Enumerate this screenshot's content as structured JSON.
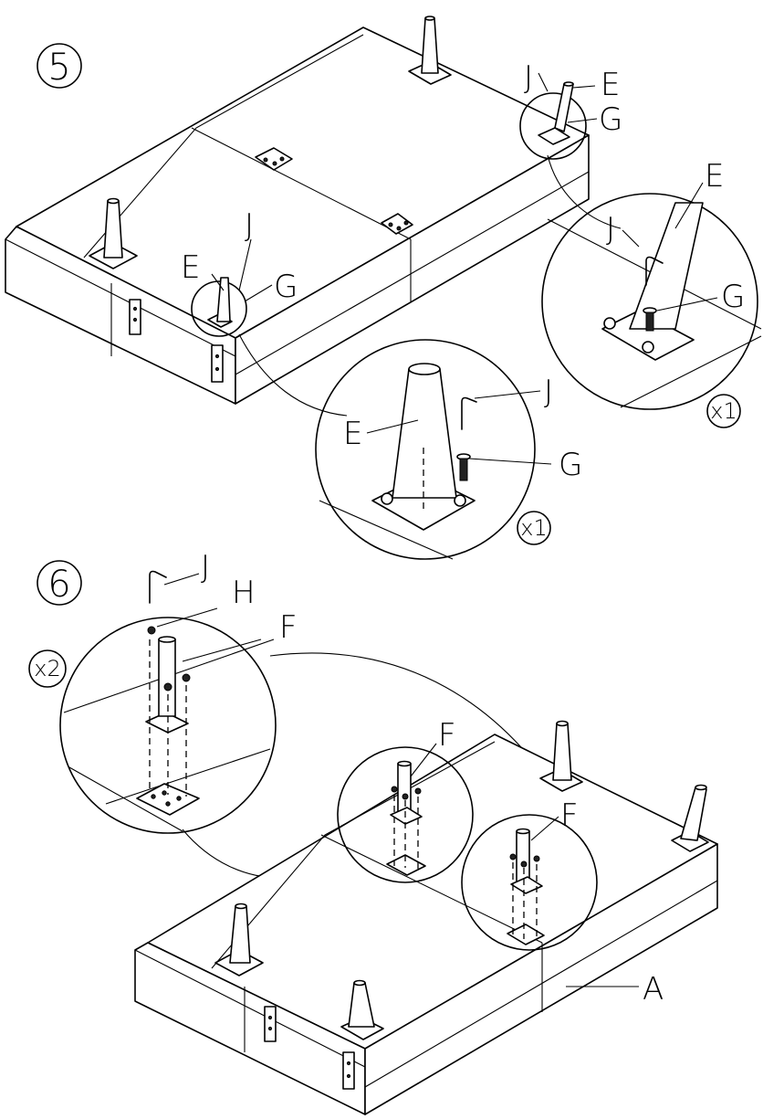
{
  "steps": [
    {
      "number": "5",
      "labels": {
        "J": "J",
        "E": "E",
        "G": "G"
      },
      "quantity_small": "x1",
      "quantity_large": "x1"
    },
    {
      "number": "6",
      "labels": {
        "J": "J",
        "H": "H",
        "F": "F",
        "A": "A"
      },
      "quantity": "x2"
    }
  ]
}
